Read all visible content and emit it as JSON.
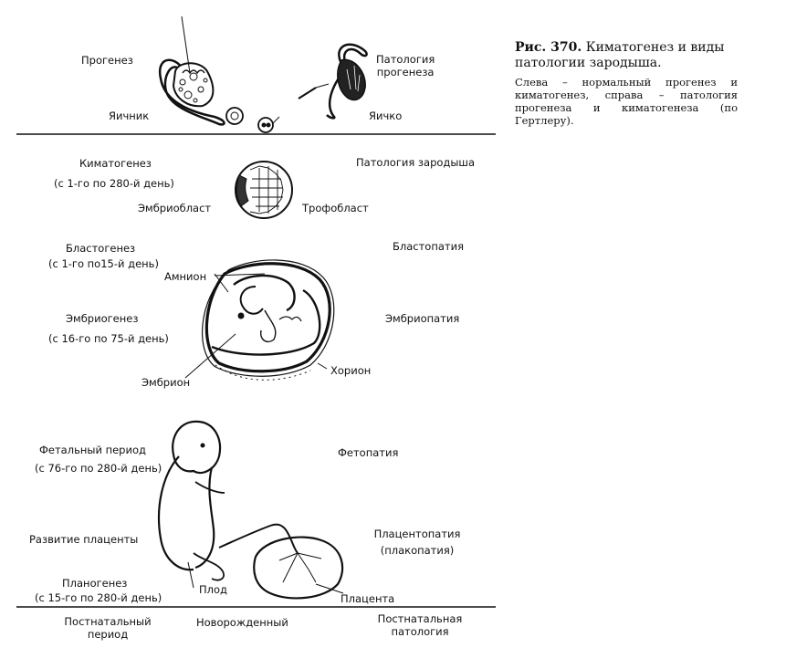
{
  "caption": {
    "fig_label": "Рис. 370.",
    "title": "Киматогенез и виды патологии зародыша.",
    "text": "Слева – нормальный прогенез и киматогенез, справа – патология прогенеза и киматогенеза (по Гертлеру)."
  },
  "labels": {
    "progenez": "Прогенез",
    "yaichnik": "Яичник",
    "patologiya_progeneza": [
      "Патология",
      "прогенеза"
    ],
    "yaichko": "Яичко",
    "kimatogenez": "Киматогенез",
    "kimatogenez_period": "(с 1-го по 280-й день)",
    "patologiya_zarodysha": "Патология  зародыша",
    "embrioblast": "Эмбриобласт",
    "trofoblast": "Трофобласт",
    "blastogenez": "Бластогенез",
    "blastogenez_period": "(с 1-го по15-й день)",
    "blastopatiya": "Бластопатия",
    "amnion": "Амнион",
    "embriogenez": "Эмбриогенез",
    "embriogenez_period": "(с 16-го по 75-й день)",
    "embriopatiya": "Эмбриопатия",
    "horion": "Хорион",
    "embrion": "Эмбрион",
    "fetalnyi_period": "Фетальный период",
    "fetalnyi_period_range": "(с 76-го по 280-й день)",
    "fetopatiya": "Фетопатия",
    "razvitie_placenty": "Развитие плаценты",
    "placentopatiya": "Плацентопатия",
    "plakopatiya": "(плакопатия)",
    "planogenez": "Планогенез",
    "planogenez_period": "(с 15-го по 280-й день)",
    "plod": "Плод",
    "placenta": "Плацента",
    "postnatalnyi_period": [
      "Постнатальный",
      "период"
    ],
    "novorozhdennyi": "Новорожденный",
    "postnatalnaya_patologiya": [
      "Постнатальная",
      "патология"
    ]
  }
}
